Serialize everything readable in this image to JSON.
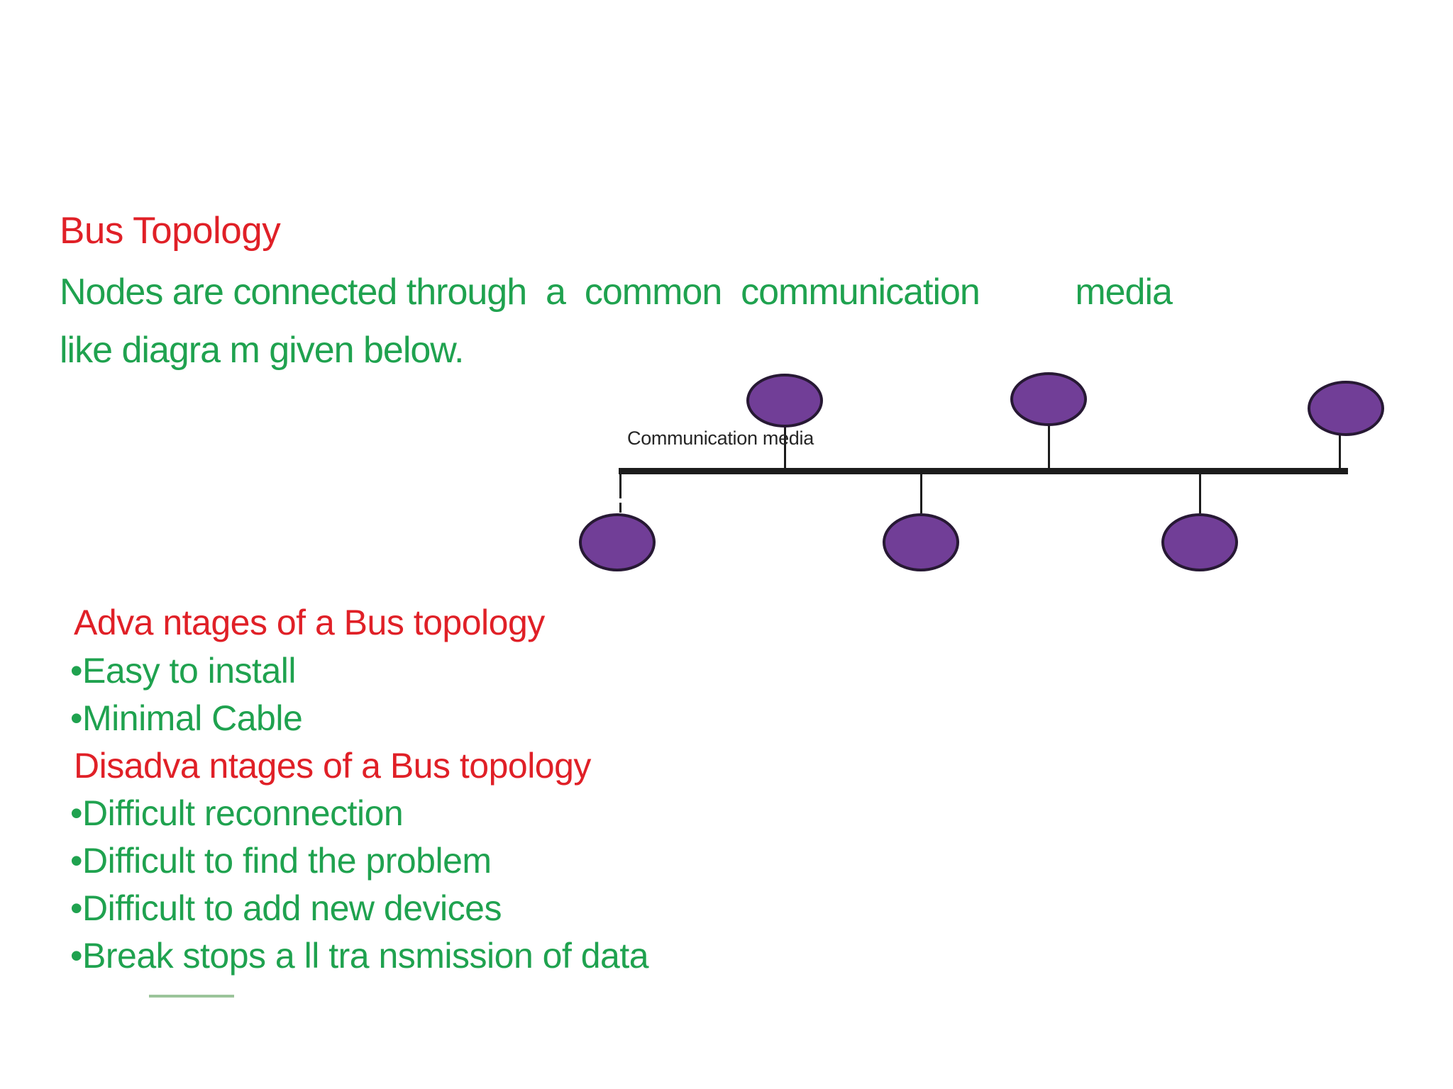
{
  "colors": {
    "red": "#e02027",
    "green": "#1fa24f",
    "purple": "#713e97",
    "purple_stroke": "#271934",
    "line": "#1c1c1c",
    "label_text": "#262626",
    "underline": "#9bc49a",
    "background": "#ffffff"
  },
  "title": "Bus Topology",
  "intro": {
    "line1": "Nodes are connected through  a  common  communication          media",
    "line2": "like diagra m given below."
  },
  "diagram": {
    "label": "Communication media",
    "node_count": 6,
    "top_node_count": 3,
    "bottom_node_count": 3
  },
  "advantages": {
    "heading": "Adva ntages of a Bus topology",
    "items": [
      "•Easy to install",
      "•Minimal Cable"
    ]
  },
  "disadvantages": {
    "heading": "Disadva ntages of a Bus topology",
    "items": [
      "•Difficult reconnection",
      "•Difficult to find the problem",
      "•Difficult to add new devices",
      "•Break stops a ll tra nsmission of data"
    ]
  }
}
